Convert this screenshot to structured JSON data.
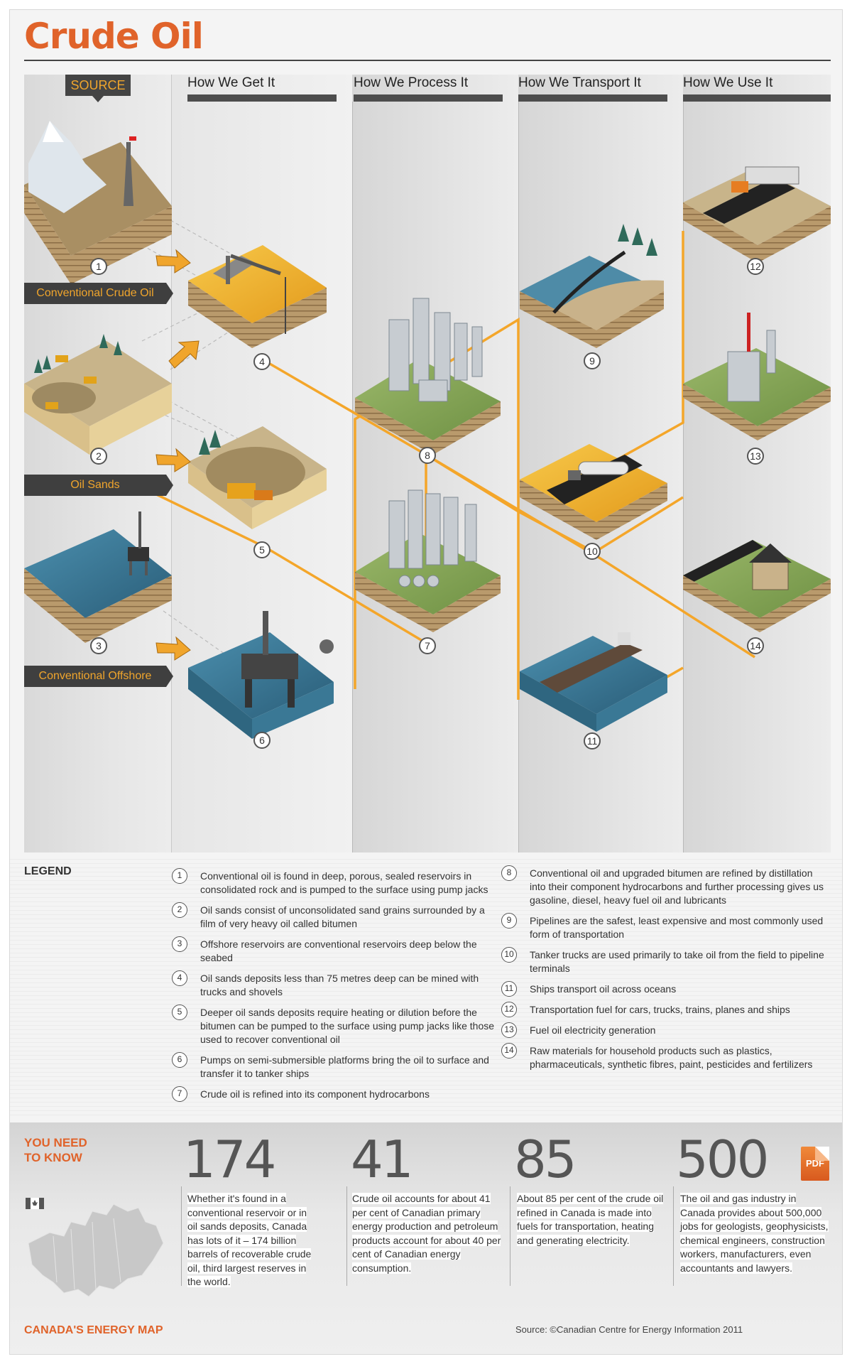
{
  "title": "Crude Oil",
  "source_tag": "SOURCE",
  "columns": [
    "How We Get It",
    "How We Process It",
    "How We Transport It",
    "How We Use It"
  ],
  "sources": [
    "Conventional Crude Oil",
    "Oil Sands",
    "Conventional Offshore"
  ],
  "numbers": [
    "1",
    "2",
    "3",
    "4",
    "5",
    "6",
    "7",
    "8",
    "9",
    "10",
    "11",
    "12",
    "13",
    "14"
  ],
  "legend": {
    "title": "LEGEND",
    "items": [
      {
        "n": "1",
        "text": "Conventional oil is found in deep, porous, sealed reservoirs in consolidated rock and is pumped to the surface using pump jacks"
      },
      {
        "n": "2",
        "text": "Oil sands consist of unconsolidated sand grains surrounded by a film of very heavy oil called bitumen"
      },
      {
        "n": "3",
        "text": "Offshore reservoirs are conventional reservoirs deep below the seabed"
      },
      {
        "n": "4",
        "text": "Oil sands deposits less than 75 metres deep can be mined with trucks and shovels"
      },
      {
        "n": "5",
        "text": "Deeper oil sands deposits require heating or dilution before the bitumen can be pumped to the surface using pump jacks like those used to recover conventional oil"
      },
      {
        "n": "6",
        "text": "Pumps on semi-submersible platforms bring the oil to surface and transfer it to tanker ships"
      },
      {
        "n": "7",
        "text": "Crude oil is refined into its component hydrocarbons"
      },
      {
        "n": "8",
        "text": "Conventional oil and upgraded bitumen are refined by distillation into their component hydrocarbons and further processing gives us gasoline, diesel, heavy fuel oil and lubricants"
      },
      {
        "n": "9",
        "text": "Pipelines are the safest, least expensive and most commonly used form of transportation"
      },
      {
        "n": "10",
        "text": "Tanker trucks are used primarily to take oil from the field to pipeline terminals"
      },
      {
        "n": "11",
        "text": "Ships transport oil across oceans"
      },
      {
        "n": "12",
        "text": "Transportation fuel for cars, trucks, trains, planes and ships"
      },
      {
        "n": "13",
        "text": "Fuel oil electricity generation"
      },
      {
        "n": "14",
        "text": "Raw materials for household products such as plastics, pharmaceuticals, synthetic fibres, paint, pesticides and fertilizers"
      }
    ]
  },
  "stats": {
    "title_line1": "YOU NEED",
    "title_line2": "TO KNOW",
    "items": [
      {
        "value": "174",
        "text": "Whether it's found in a conventional reservoir or in oil sands deposits, Canada has lots of it – 174 billion barrels of recoverable crude oil, third largest reserves in the world."
      },
      {
        "value": "41",
        "text": "Crude oil accounts for about 41 per cent of Canadian primary energy production and petroleum products account for about 40 per cent of Canadian energy consumption."
      },
      {
        "value": "85",
        "text": "About 85 per cent of the crude oil refined in Canada is made into fuels for transportation, heating and generating electricity."
      },
      {
        "value": "500",
        "text": "The oil and gas industry in Canada provides about 500,000 jobs for geologists, geophysicists, chemical engineers, construction workers, manufacturers, even accountants and lawyers."
      }
    ],
    "pdf_label": "PDF"
  },
  "map_title": "CANADA'S ENERGY MAP",
  "source_note": "Source: ©Canadian Centre for Energy Information 2011",
  "colors": {
    "accent": "#e0632a",
    "line": "#f4a62a",
    "dark": "#3f3f3f"
  }
}
